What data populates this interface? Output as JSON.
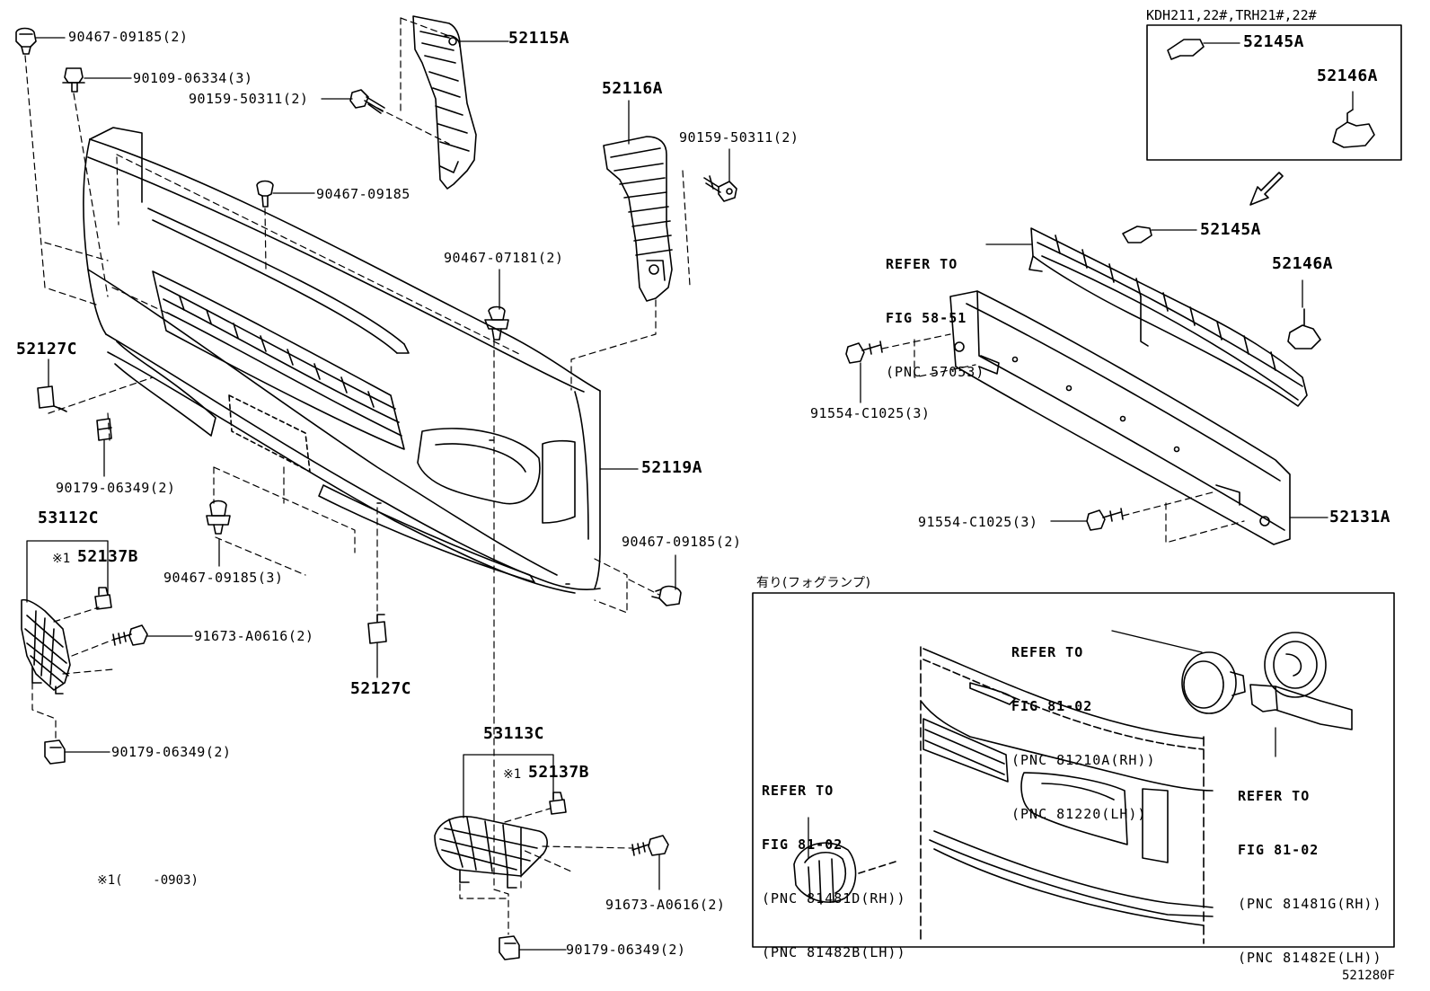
{
  "labels": {
    "l_90467_09185_2_top": "90467-09185(2)",
    "l_90109_06334": "90109-06334(3)",
    "l_90159_50311_left": "90159-50311(2)",
    "l_52115A": "52115A",
    "l_52116A": "52116A",
    "l_90159_50311_right": "90159-50311(2)",
    "l_90467_09185_mid": "90467-09185",
    "l_90467_07181": "90467-07181(2)",
    "l_52127C_left": "52127C",
    "l_90179_06349_a": "90179-06349(2)",
    "l_53112C": "53112C",
    "l_52137B_a": "52137B",
    "l_90467_09185_3": "90467-09185(3)",
    "l_52119A": "52119A",
    "l_90467_09185_2_right": "90467-09185(2)",
    "l_91673_A0616_a": "91673-A0616(2)",
    "l_52127C_bottom": "52127C",
    "l_90179_06349_b": "90179-06349(2)",
    "l_53113C": "53113C",
    "l_52137B_b": "52137B",
    "l_91673_A0616_b": "91673-A0616(2)",
    "l_90179_06349_c": "90179-06349(2)",
    "l_note": "※1(    -0903)",
    "l_kdh": "KDH211,22#,TRH21#,22#",
    "l_52145A_box": "52145A",
    "l_52146A_box": "52146A",
    "l_52145A": "52145A",
    "l_52146A": "52146A",
    "l_91554_a": "91554-C1025(3)",
    "l_91554_b": "91554-C1025(3)",
    "l_52131A": "52131A",
    "l_fog_title": "有り(フォグランプ)",
    "l_fig": "521280F",
    "mark1": "※1",
    "mark2": "※1"
  },
  "refs": {
    "ref_58_51": [
      "REFER TO",
      "FIG 58-51",
      "(PNC 57053)"
    ],
    "ref_81210": [
      "REFER TO",
      "FIG 81-02",
      "(PNC 81210A(RH))",
      "(PNC 81220(LH))"
    ],
    "ref_81481D": [
      "REFER TO",
      "FIG 81-02",
      "(PNC 81481D(RH))",
      "(PNC 81482B(LH))"
    ],
    "ref_81481G": [
      "REFER TO",
      "FIG 81-02",
      "(PNC 81481G(RH))",
      "(PNC 81482E(LH))"
    ]
  }
}
